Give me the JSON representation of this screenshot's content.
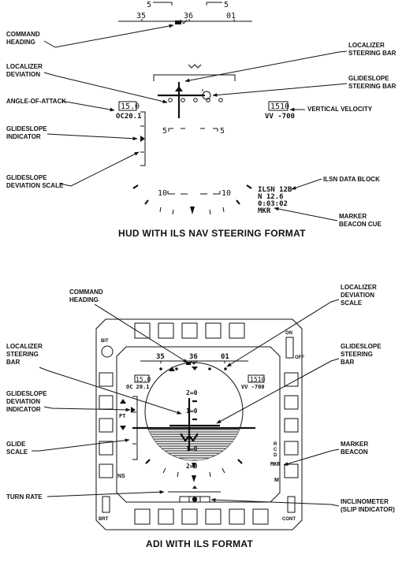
{
  "hud": {
    "caption": "HUD WITH ILS NAV STEERING FORMAT",
    "labels": {
      "command_heading": [
        "COMMAND",
        "HEADING"
      ],
      "localizer_deviation": [
        "LOCALIZER",
        "DEVIATION"
      ],
      "angle_of_attack": [
        "ANGLE-OF-ATTACK"
      ],
      "glideslope_indicator": [
        "GLIDESLOPE",
        "INDICATOR"
      ],
      "glideslope_deviation_scale": [
        "GLIDESLOPE",
        "DEVIATION SCALE"
      ],
      "localizer_steering_bar": [
        "LOCALIZER",
        "STEERING BAR"
      ],
      "glideslope_steering_bar": [
        "GLIDESLOPE",
        "STEERING BAR"
      ],
      "vertical_velocity": [
        "VERTICAL VELOCITY"
      ],
      "ilsn_data_block": [
        "ILSN DATA BLOCK"
      ],
      "marker_beacon_cue": [
        "MARKER",
        "BEACON CUE"
      ]
    },
    "heading_tape": {
      "top_left": "5",
      "top_right": "5",
      "ticks": [
        "35",
        "36",
        "01"
      ]
    },
    "aoa_box": "15.0",
    "aoa_sub": "OC20.1",
    "vv_box": "1510",
    "vv_sub": "VV -700",
    "pitch_lines": {
      "p5_left": "5",
      "p5_right": "5",
      "n10_left": "10",
      "n10_right": "10"
    },
    "ilsn_block": [
      "ILSN 12B",
      "N 12.6",
      "0:03:02",
      "MKR"
    ]
  },
  "adi": {
    "caption": "ADI WITH ILS FORMAT",
    "labels": {
      "command_heading": [
        "COMMAND",
        "HEADING"
      ],
      "localizer_steering_bar": [
        "LOCALIZER",
        "STEERING",
        "BAR"
      ],
      "glideslope_deviation_indicator": [
        "GLIDESLOPE",
        "DEVIATION",
        "INDICATOR"
      ],
      "glide_scale": [
        "GLIDE",
        "SCALE"
      ],
      "turn_rate": [
        "TURN RATE"
      ],
      "localizer_deviation_scale": [
        "LOCALIZER",
        "DEVIATION",
        "SCALE"
      ],
      "glideslope_steering_bar": [
        "GLIDESLOPE",
        "STEERING",
        "BAR"
      ],
      "marker_beacon": [
        "MARKER",
        "BEACON"
      ],
      "inclinometer": [
        "INCLINOMETER",
        "(SLIP INDICATOR)"
      ]
    },
    "panel_text": {
      "bit": "BIT",
      "on": "ON",
      "off": "OFF",
      "ins": "INS",
      "brt": "BRT",
      "cont": "CONT",
      "m": "M",
      "rcd": [
        "R",
        "C",
        "D"
      ],
      "pt": "PT"
    },
    "heading_ticks": [
      "35",
      "36",
      "01"
    ],
    "aoa_box": "15.0",
    "aoa_sub": "OC 20.1",
    "vv_box": "1510",
    "vv_sub": "VV -700",
    "ball_marks": [
      "2=0",
      "1=0",
      "1=0",
      "2=0"
    ],
    "mkr": "MKR"
  }
}
